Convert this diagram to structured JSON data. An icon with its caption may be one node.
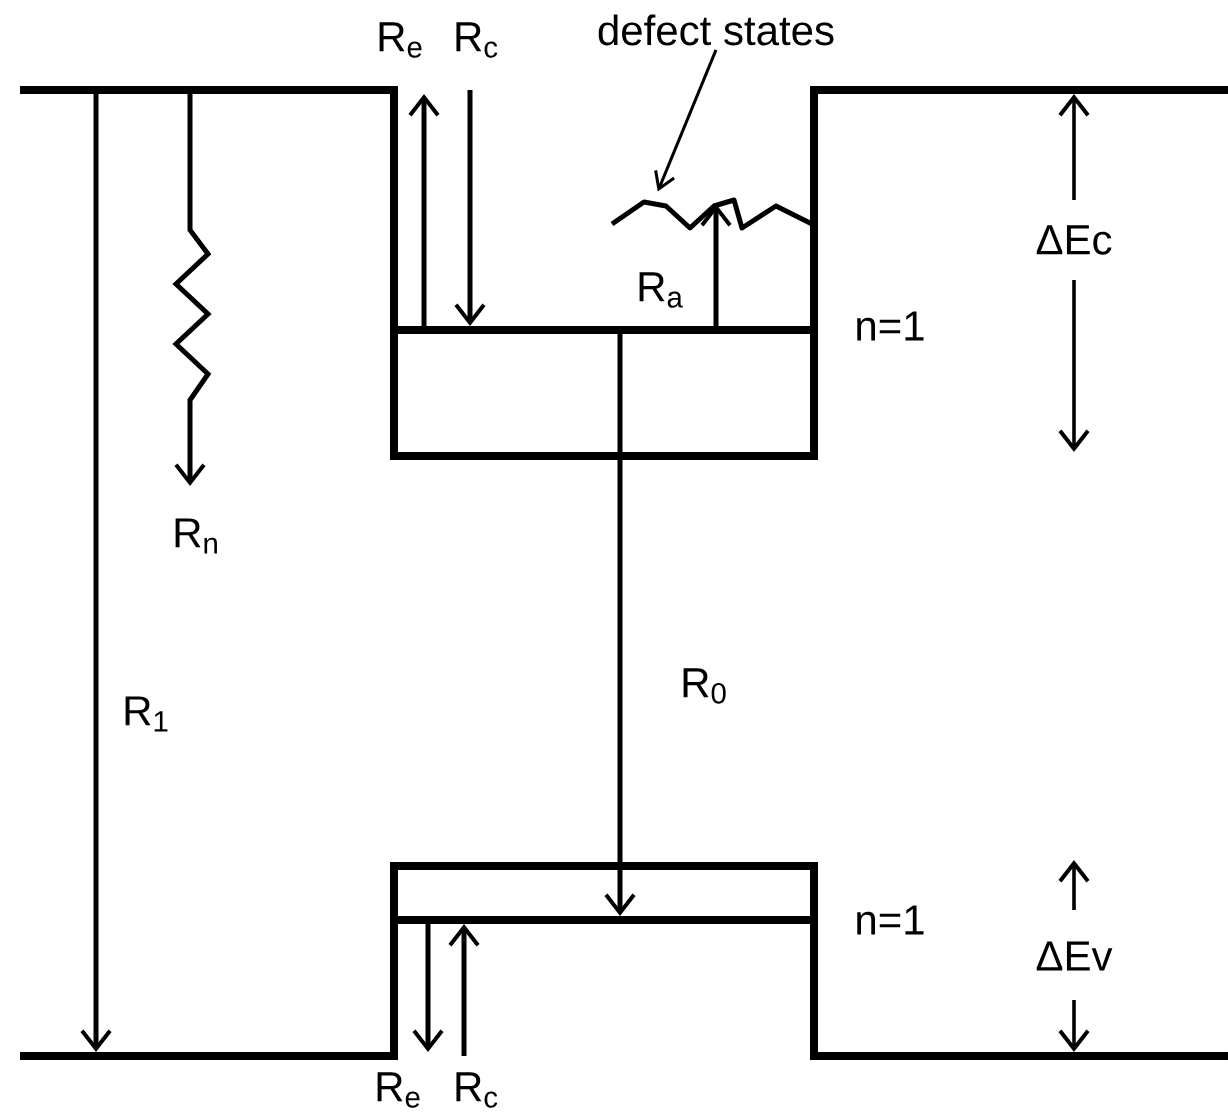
{
  "diagram": {
    "nodes": [
      {
        "text": [
          "defect states"
        ]
      },
      {
        "text": [],
        "shape": "picture"
      }
    ],
    "edges": [
      {
        "from": 0,
        "to": 1,
        "arrow": "to"
      }
    ],
    "labels": [
      "R$_{e}$",
      "R$_{c}$",
      "R$_{a}$",
      "n=1",
      "ΔEc",
      "R$_{n}$",
      "R$_{1}$",
      "R$_{0}$",
      "n=1",
      "ΔEv",
      "R$_{e}$",
      "R$_{c}$"
    ]
  }
}
